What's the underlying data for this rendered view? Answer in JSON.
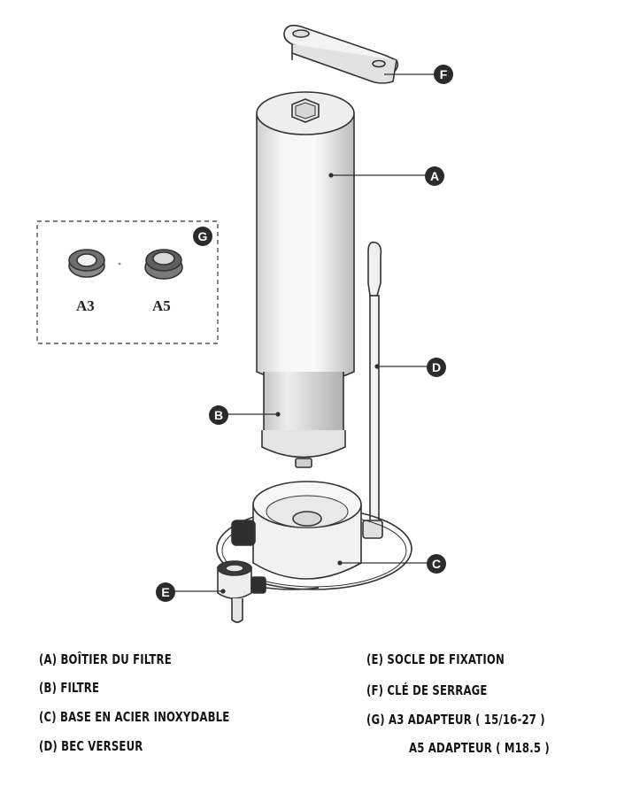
{
  "badges": {
    "a": "A",
    "b": "B",
    "c": "C",
    "d": "D",
    "e": "E",
    "f": "F",
    "g": "G"
  },
  "adapters": {
    "a3": "A3",
    "a5": "A5"
  },
  "legend": [
    {
      "tag": "(A)",
      "text": "BOÎTIER DU FILTRE"
    },
    {
      "tag": "(B)",
      "text": "FILTRE"
    },
    {
      "tag": "(C)",
      "text": "BASE EN ACIER INOXYDABLE"
    },
    {
      "tag": "(D)",
      "text": "BEC VERSEUR"
    },
    {
      "tag": "(E)",
      "text": "SOCLE DE FIXATION"
    },
    {
      "tag": "(F)",
      "text": "CLÉ DE SERRAGE"
    },
    {
      "tag": "(G)",
      "text": "A3 ADAPTEUR ( 15/16-27 )"
    },
    {
      "tag": "",
      "text": "A5 ADAPTEUR ( M18.5 )"
    }
  ],
  "colors": {
    "stroke": "#333333",
    "badge": "#2b2b2b"
  }
}
